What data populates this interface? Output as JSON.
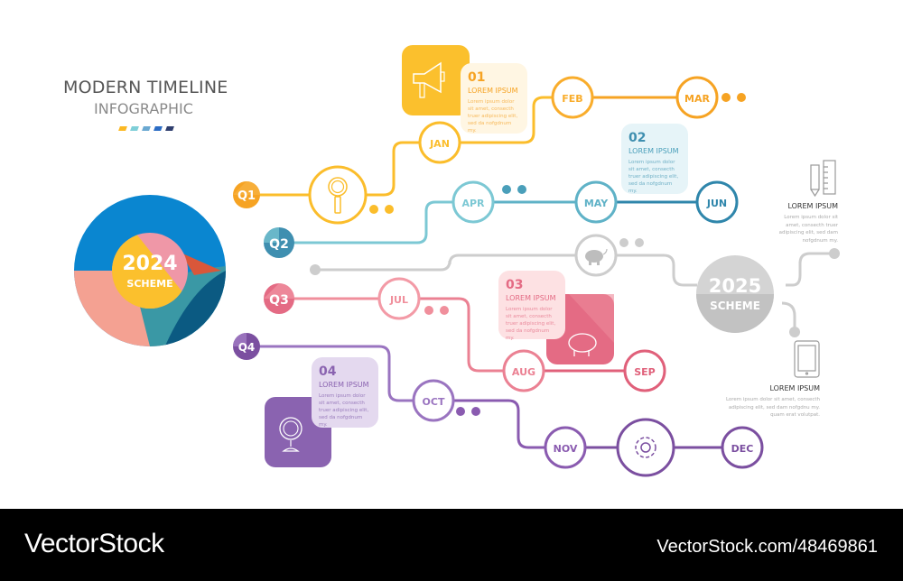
{
  "title": {
    "line1": "MODERN TIMELINE",
    "line2": "INFOGRAPHIC",
    "swatches": [
      "#fbb823",
      "#7fcfd8",
      "#6aa8d1",
      "#2b6cc4",
      "#2f3e6e"
    ]
  },
  "start": {
    "year": "2024",
    "label": "SCHEME"
  },
  "end": {
    "year": "2025",
    "label": "SCHEME"
  },
  "quarters": [
    {
      "label": "Q1",
      "color": "#f6a323",
      "months": [
        "JAN",
        "FEB",
        "MAR"
      ],
      "icon": "magnifier-icon"
    },
    {
      "label": "Q2",
      "color": "#4a9fba",
      "months": [
        "APR",
        "MAY",
        "JUN"
      ],
      "icon": null
    },
    {
      "label": "Q3",
      "color": "#e46b84",
      "months": [
        "JUL",
        "AUG",
        "SEP"
      ],
      "icon": null
    },
    {
      "label": "Q4",
      "color": "#7b4fa0",
      "months": [
        "OCT",
        "NOV",
        "DEC"
      ],
      "icon": "gear-icon"
    }
  ],
  "cards": [
    {
      "num": "01",
      "head": "LOREM IPSUM",
      "body": "Lorem ipsum dolor sit amet, consecth truer adipiscing elit, sed da nofgdnum my.",
      "icon": "megaphone-icon"
    },
    {
      "num": "02",
      "head": "LOREM IPSUM",
      "body": "Lorem ipsum dolor sit amet, consecth truer adipiscing elit, sed da nofgdnum my."
    },
    {
      "num": "03",
      "head": "LOREM IPSUM",
      "body": "Lorem ipsum dolor sit amet, consecth truer adipiscing elit, sed da nofgdnum my.",
      "icon": "piggy-bank-icon"
    },
    {
      "num": "04",
      "head": "LOREM IPSUM",
      "body": "Lorem ipsum dolor sit amet, consecth truer adipiscing elit, sed da nofgdnum my.",
      "icon": "globe-icon"
    }
  ],
  "side_notes": [
    {
      "head": "LOREM IPSUM",
      "body": "Lorem ipsum dolor sit amet, consecth truer adipiscing elit, sed dam nofgdnum my.",
      "icon": "pencil-ruler-icon"
    },
    {
      "head": "LOREM IPSUM",
      "body": "Lorem ipsum dolor sit amet, consecth adipiscing elit, sed dam nofgdnu my. quam erat volutpat.",
      "icon": "tablet-icon"
    }
  ],
  "footer": {
    "brand": "VectorStock",
    "ref": "VectorStock.com/48469861"
  }
}
